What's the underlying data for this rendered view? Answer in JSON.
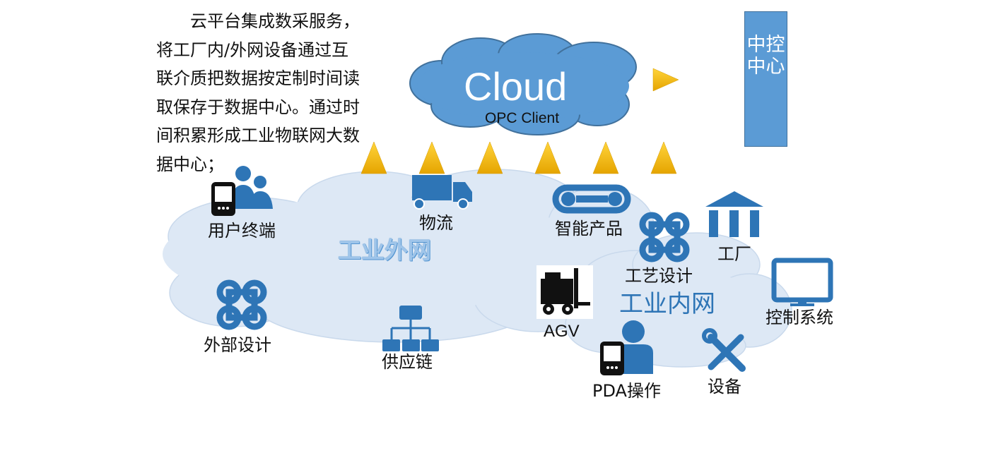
{
  "intro": {
    "first_line": "云平台集成数采服务，",
    "lines": [
      "将工厂内/外网设备通过互",
      "联介质把数据按定制时间读",
      "取保存于数据中心。通过时",
      "间积累形成工业物联网大数",
      "据中心；"
    ]
  },
  "cloud": {
    "title": "Cloud",
    "subtitle": "OPC Client"
  },
  "control_center": {
    "label": "中控中心"
  },
  "networks": {
    "external": "工业外网",
    "internal": "工业内网"
  },
  "nodes": {
    "user_terminal": "用户终端",
    "logistics": "物流",
    "smart_product": "智能产品",
    "external_design": "外部设计",
    "supply_chain": "供应链",
    "process_design": "工艺设计",
    "factory": "工厂",
    "agv": "AGV",
    "control_system": "控制系统",
    "pda": "PDA操作",
    "equipment": "设备"
  },
  "colors": {
    "icon_blue": "#2e75b6",
    "cloud_blue": "#5b9bd5",
    "cloud_border": "#41719c",
    "light_cloud": "#dde8f5",
    "arrow_gold": "#f2b705"
  }
}
